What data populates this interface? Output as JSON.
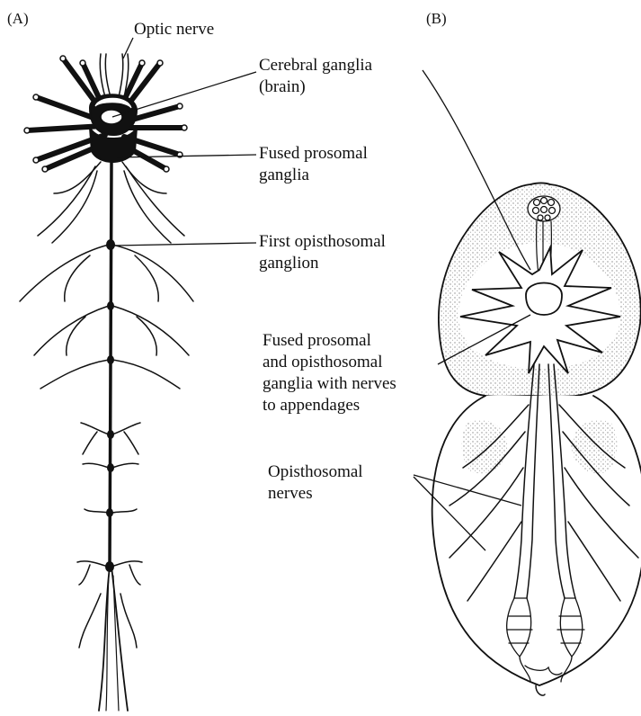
{
  "panels": {
    "a": "(A)",
    "b": "(B)"
  },
  "labels": {
    "optic_nerve": "Optic nerve",
    "cerebral_1": "Cerebral ganglia",
    "cerebral_2": "(brain)",
    "fused_pro_1": "Fused prosomal",
    "fused_pro_2": "ganglia",
    "first_opi_1": "First opisthosomal",
    "first_opi_2": "ganglion",
    "fused_both_1": "Fused prosomal",
    "fused_both_2": "and opisthosomal",
    "fused_both_3": "ganglia with nerves",
    "fused_both_4": "to appendages",
    "opi_nerves_1": "Opisthosomal",
    "opi_nerves_2": "nerves"
  },
  "colors": {
    "ink": "#111111",
    "stipple": "#9a9a9a",
    "background": "#ffffff"
  }
}
